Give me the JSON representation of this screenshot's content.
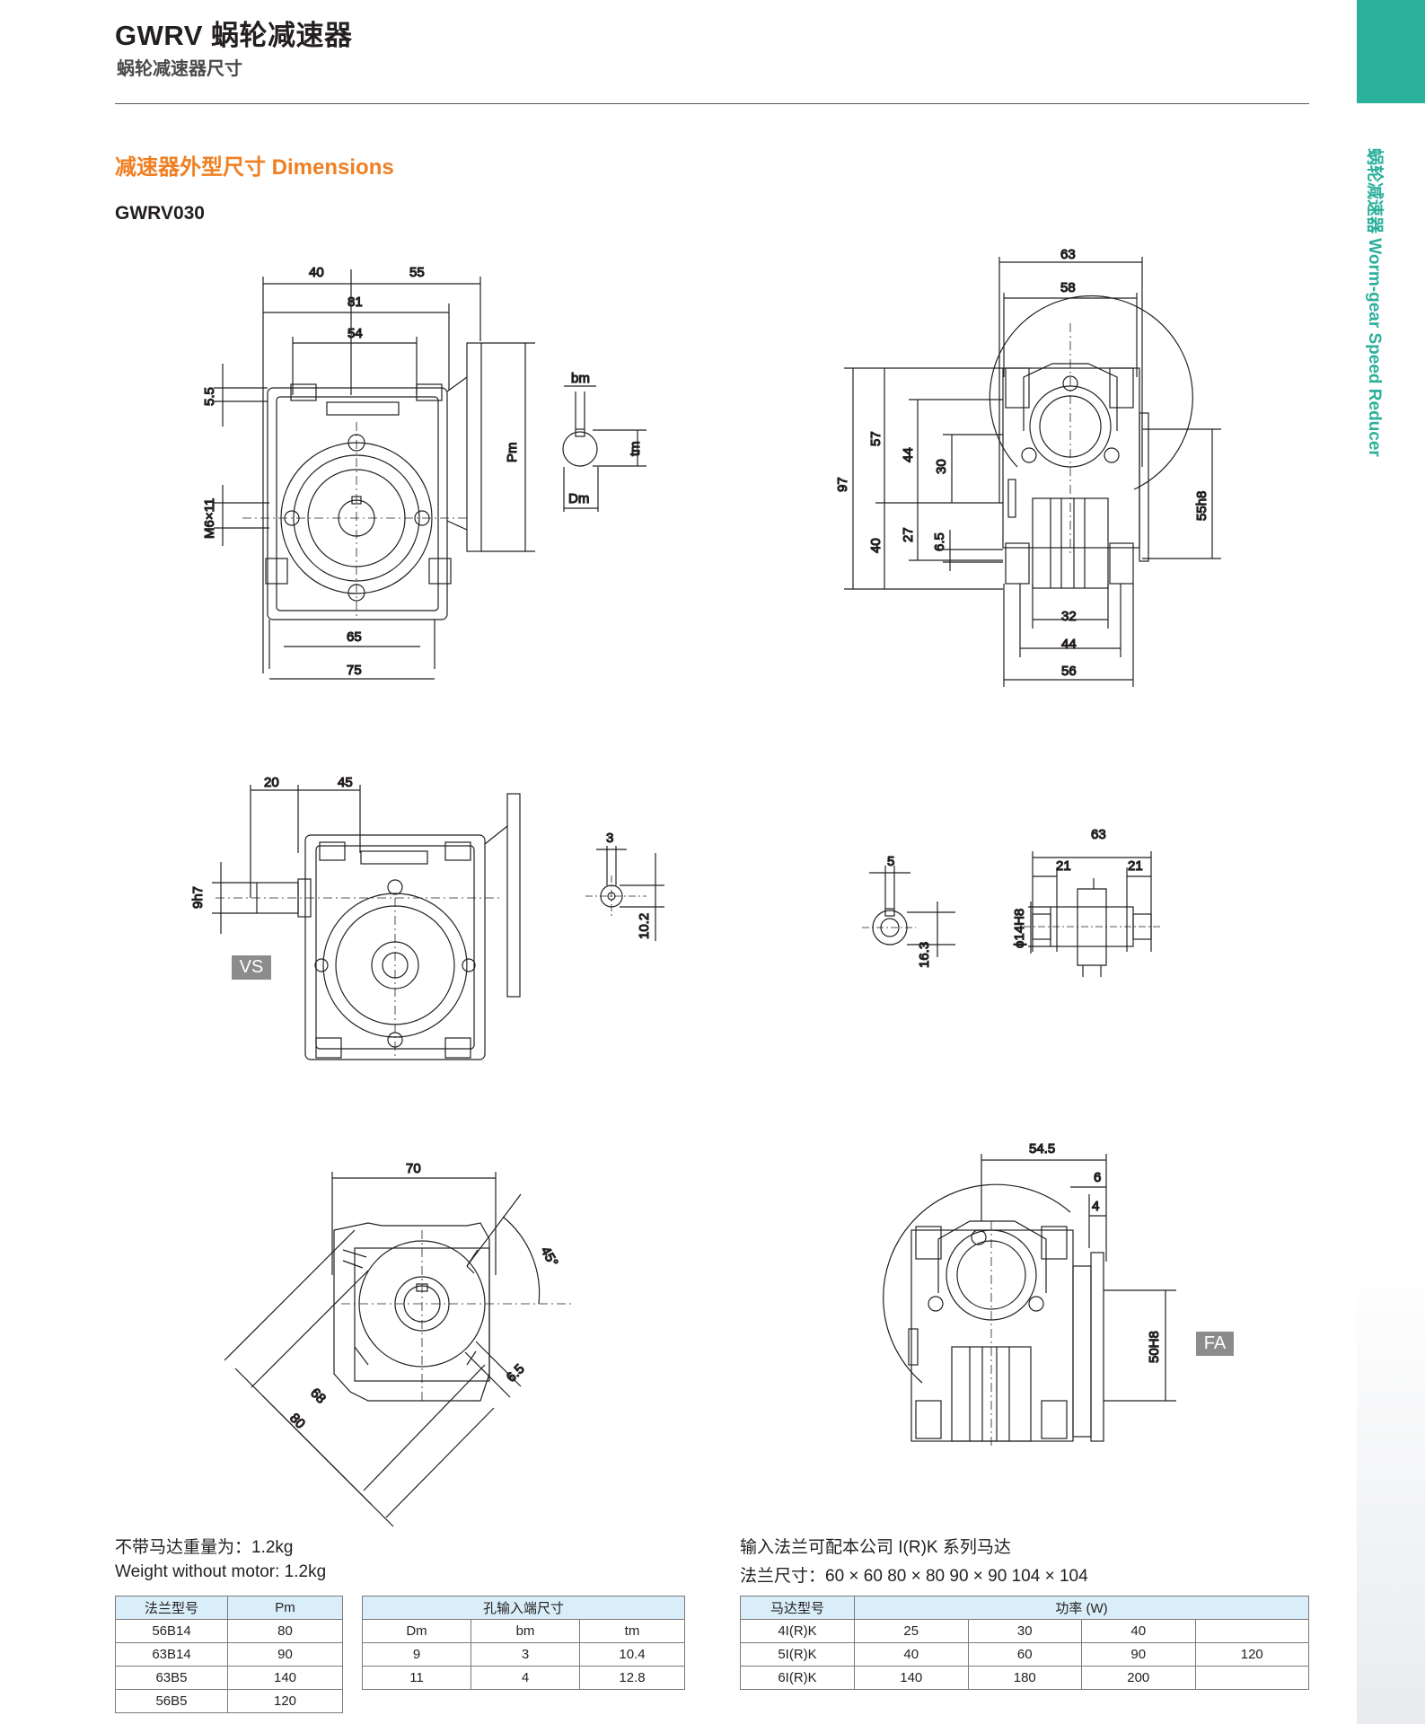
{
  "header": {
    "title": "GWRV 蜗轮减速器",
    "subtitle": "蜗轮减速器尺寸"
  },
  "side_tab": {
    "label": "蜗轮减速器 Worm-gear Speed Reducer",
    "accent_color": "#2bb09b"
  },
  "section": {
    "title": "减速器外型尺寸 Dimensions",
    "title_color": "#f07f22",
    "model": "GWRV030"
  },
  "drawings": {
    "front": {
      "d40": "40",
      "d55": "55",
      "d81": "81",
      "d54": "54",
      "d55b": "5.5",
      "m6": "M6×11",
      "d65": "65",
      "d75": "75",
      "pm": "Pm",
      "bm": "bm",
      "tm": "tm",
      "dm": "Dm"
    },
    "side": {
      "d63": "63",
      "d58": "58",
      "d97": "97",
      "d57": "57",
      "d44": "44",
      "d30": "30",
      "d40": "40",
      "d27": "27",
      "d65": "6.5",
      "d55h8": "55h8",
      "d32": "32",
      "d44b": "44",
      "d56": "56"
    },
    "vs": {
      "d20": "20",
      "d45": "45",
      "d9h7": "9h7",
      "tag": "VS",
      "d3": "3",
      "d102": "10.2"
    },
    "hollow": {
      "d5": "5",
      "d163": "16.3",
      "d63": "63",
      "d21a": "21",
      "d21b": "21",
      "d14h8": "ϕ14H8"
    },
    "flange": {
      "d70": "70",
      "d45deg": "45°",
      "d68": "68",
      "d80": "80",
      "d65": "6.5"
    },
    "fa": {
      "d545": "54.5",
      "d6": "6",
      "d4": "4",
      "d50h8": "50H8",
      "tag": "FA"
    }
  },
  "weight": {
    "cn": "不带马达重量为：1.2kg",
    "en": "Weight without motor: 1.2kg"
  },
  "motor_note": {
    "line1": "输入法兰可配本公司 I(R)K 系列马达",
    "line2": "法兰尺寸：60 × 60    80 × 80    90 × 90    104 × 104"
  },
  "flange_table": {
    "headers": [
      "法兰型号",
      "Pm"
    ],
    "rows": [
      [
        "56B14",
        "80"
      ],
      [
        "63B14",
        "90"
      ],
      [
        "63B5",
        "140"
      ],
      [
        "56B5",
        "120"
      ]
    ]
  },
  "hole_table": {
    "title": "孔输入端尺寸",
    "headers": [
      "Dm",
      "bm",
      "tm"
    ],
    "rows": [
      [
        "9",
        "3",
        "10.4"
      ],
      [
        "11",
        "4",
        "12.8"
      ]
    ]
  },
  "power_table": {
    "headers": [
      "马达型号",
      "功率 (W)"
    ],
    "rows": [
      [
        "4I(R)K",
        "25",
        "30",
        "40",
        ""
      ],
      [
        "5I(R)K",
        "40",
        "60",
        "90",
        "120"
      ],
      [
        "6I(R)K",
        "140",
        "180",
        "200",
        ""
      ]
    ]
  }
}
